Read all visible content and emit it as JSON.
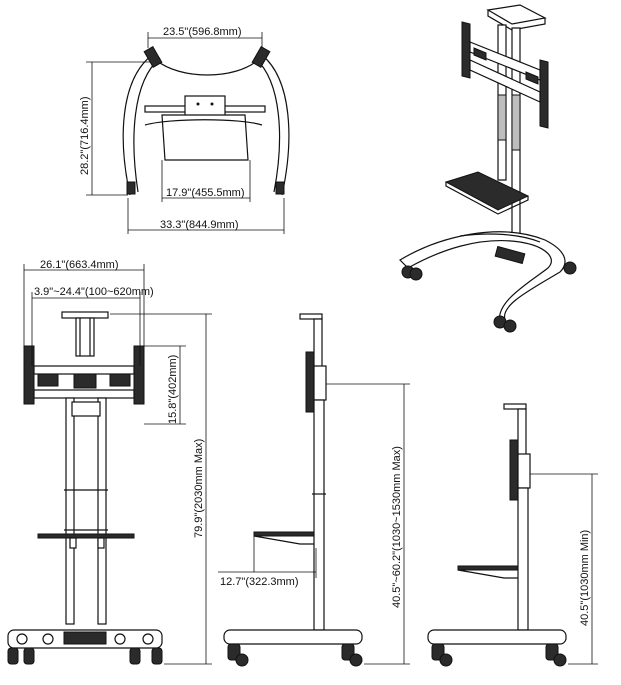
{
  "views": {
    "top": {
      "width_between_arms": "23.5\"(596.8mm)",
      "depth": "28.2\"(716.4mm)",
      "shelf_width": "17.9\"(455.5mm)",
      "base_width": "33.3\"(844.9mm)"
    },
    "front": {
      "width": "26.1\"(663.4mm)",
      "vesa_range": "3.9\"~24.4\"(100~620mm)",
      "bracket_height": "15.8\"(402mm)",
      "max_height": "79.9\"(2030mm Max)"
    },
    "side_max": {
      "height_range": "40.5\"~60.2\"(1030~1530mm Max)",
      "shelf_depth": "12.7\"(322.3mm)"
    },
    "side_min": {
      "min_height": "40.5\"(1030mm Min)"
    }
  }
}
